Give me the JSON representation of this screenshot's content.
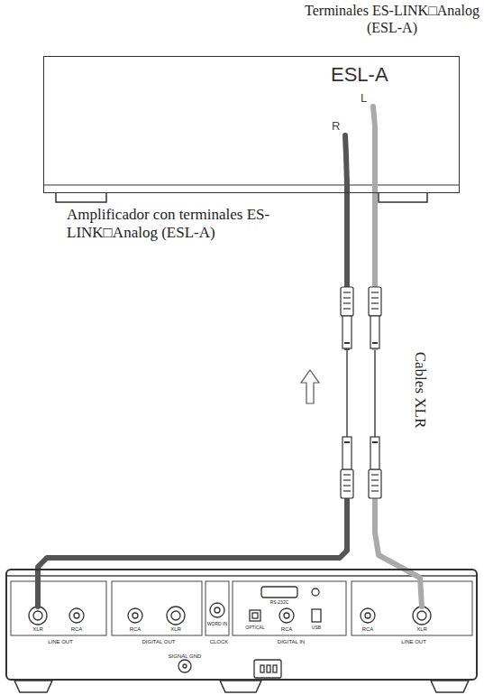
{
  "diagram": {
    "nodes": [
      {
        "text": [
          "ESL-A"
        ]
      },
      {
        "text": [
          "LINE OUT",
          "DIGITAL OUT",
          "CLOCK",
          "DIGITAL IN",
          "LINE OUT"
        ]
      }
    ],
    "edges": [
      {
        "from": 0,
        "to": 1,
        "arrow": "none"
      },
      {
        "from": 0,
        "to": 1,
        "arrow": "none"
      }
    ],
    "labels": [
      "Terminales ES-LINK□Analog (ESL-A)",
      "L",
      "R",
      "Amplificador con terminales ES-LINK□Analog (ESL-A)",
      "Cables XLR",
      "XLR",
      "RCA",
      "RCA",
      "XLR",
      "WORD IN",
      "RS-232C",
      "OPTICAL",
      "RCA",
      "USB",
      "RCA",
      "XLR",
      "SIGNAL GND"
    ]
  }
}
